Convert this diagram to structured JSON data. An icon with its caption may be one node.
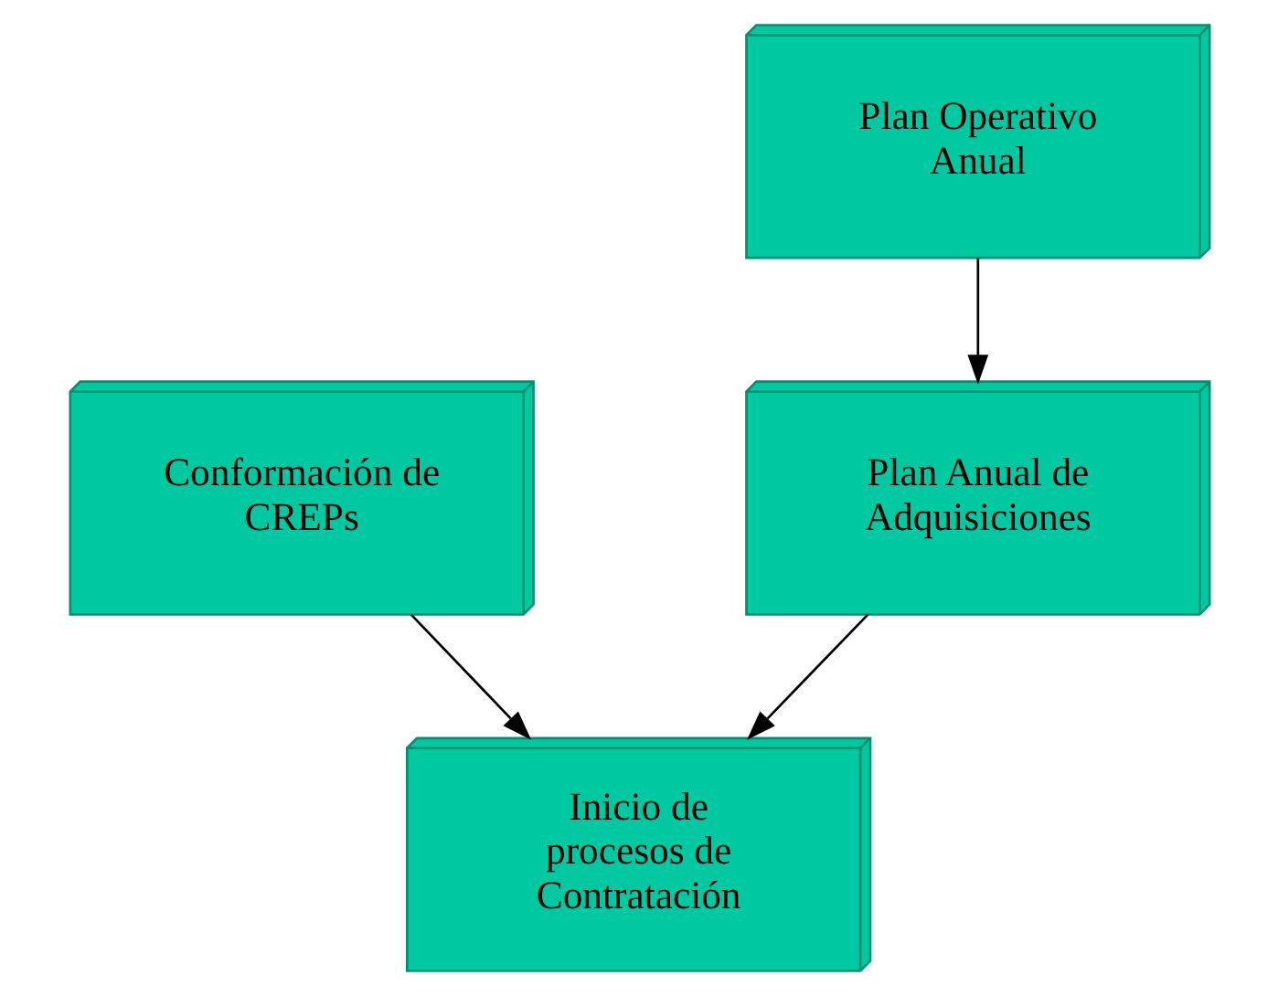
{
  "diagram": {
    "nodes": [
      {
        "text": [
          "Conformación de CREPs"
        ]
      },
      {
        "text": [
          "Plan Operativo Anual"
        ]
      },
      {
        "text": [
          "Plan Anual de Adquisiciones"
        ]
      },
      {
        "text": [
          "Inicio de procesos de Contratación"
        ]
      }
    ],
    "edges": [
      {
        "from": 0,
        "to": 3,
        "arrow": "to"
      },
      {
        "from": 1,
        "to": 2,
        "arrow": "to"
      },
      {
        "from": 2,
        "to": 3,
        "arrow": "to"
      }
    ]
  }
}
